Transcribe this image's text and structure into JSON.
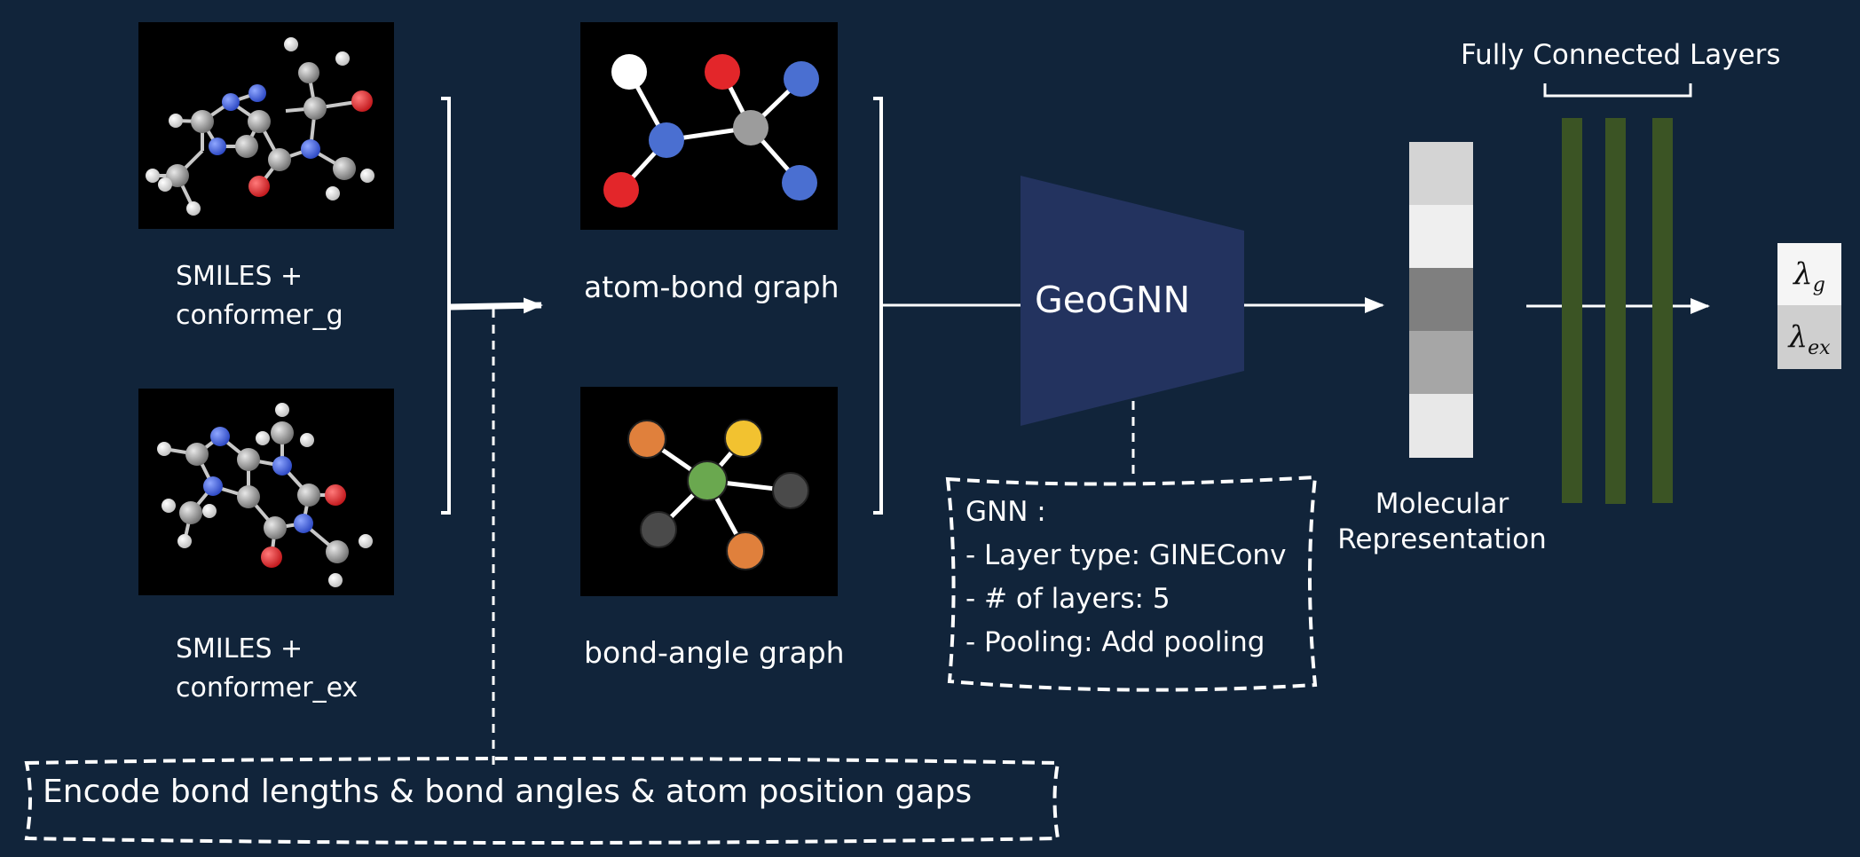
{
  "inputs": [
    {
      "line1": "SMILES +",
      "line2": "conformer_g"
    },
    {
      "line1": "SMILES +",
      "line2": "conformer_ex"
    }
  ],
  "graphs": {
    "atom_bond": "atom-bond graph",
    "bond_angle": "bond-angle graph"
  },
  "model": {
    "name": "GeoGNN",
    "details": [
      "GNN :",
      "- Layer type: GINEConv",
      "- # of layers: 5",
      "- Pooling: Add pooling"
    ]
  },
  "encode_note": "Encode bond lengths & bond angles & atom position gaps",
  "representation": {
    "line1": "Molecular",
    "line2": "Representation",
    "shades": [
      "#d4d4d4",
      "#efefef",
      "#7f7f7f",
      "#a6a6a6",
      "#e8e8e8"
    ]
  },
  "fc_title": "Fully Connected Layers",
  "outputs": {
    "g_symbol": "λ",
    "g_sub": "g",
    "ex_symbol": "λ",
    "ex_sub": "ex"
  },
  "colors": {
    "background": "#11243a",
    "geognn_fill": "#23335f",
    "fc_bar": "#3b5424",
    "atom_red": "#e3262a",
    "atom_blue": "#4a6fd1",
    "atom_gray": "#9c9c9c",
    "atom_orange": "#e0803c",
    "atom_yellow": "#f2c230",
    "atom_green": "#6aa84f",
    "atom_dark": "#4a4a4a"
  }
}
